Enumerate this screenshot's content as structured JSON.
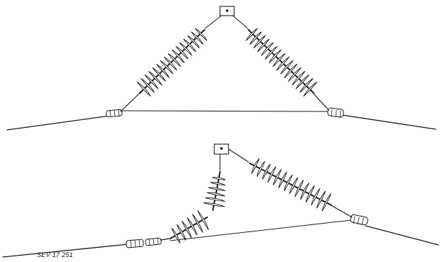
{
  "figure": {
    "reference_label": "SEV 17 251",
    "ink_color": "#1a1a1a",
    "background_color": "#ffffff",
    "panels": [
      {
        "name": "upper-assembly",
        "left_string_sheds": 16,
        "right_string_sheds": 16
      },
      {
        "name": "lower-assembly",
        "hanging_string_sheds": 6,
        "bottom_string_sheds": 6,
        "right_string_sheds": 14
      }
    ]
  }
}
